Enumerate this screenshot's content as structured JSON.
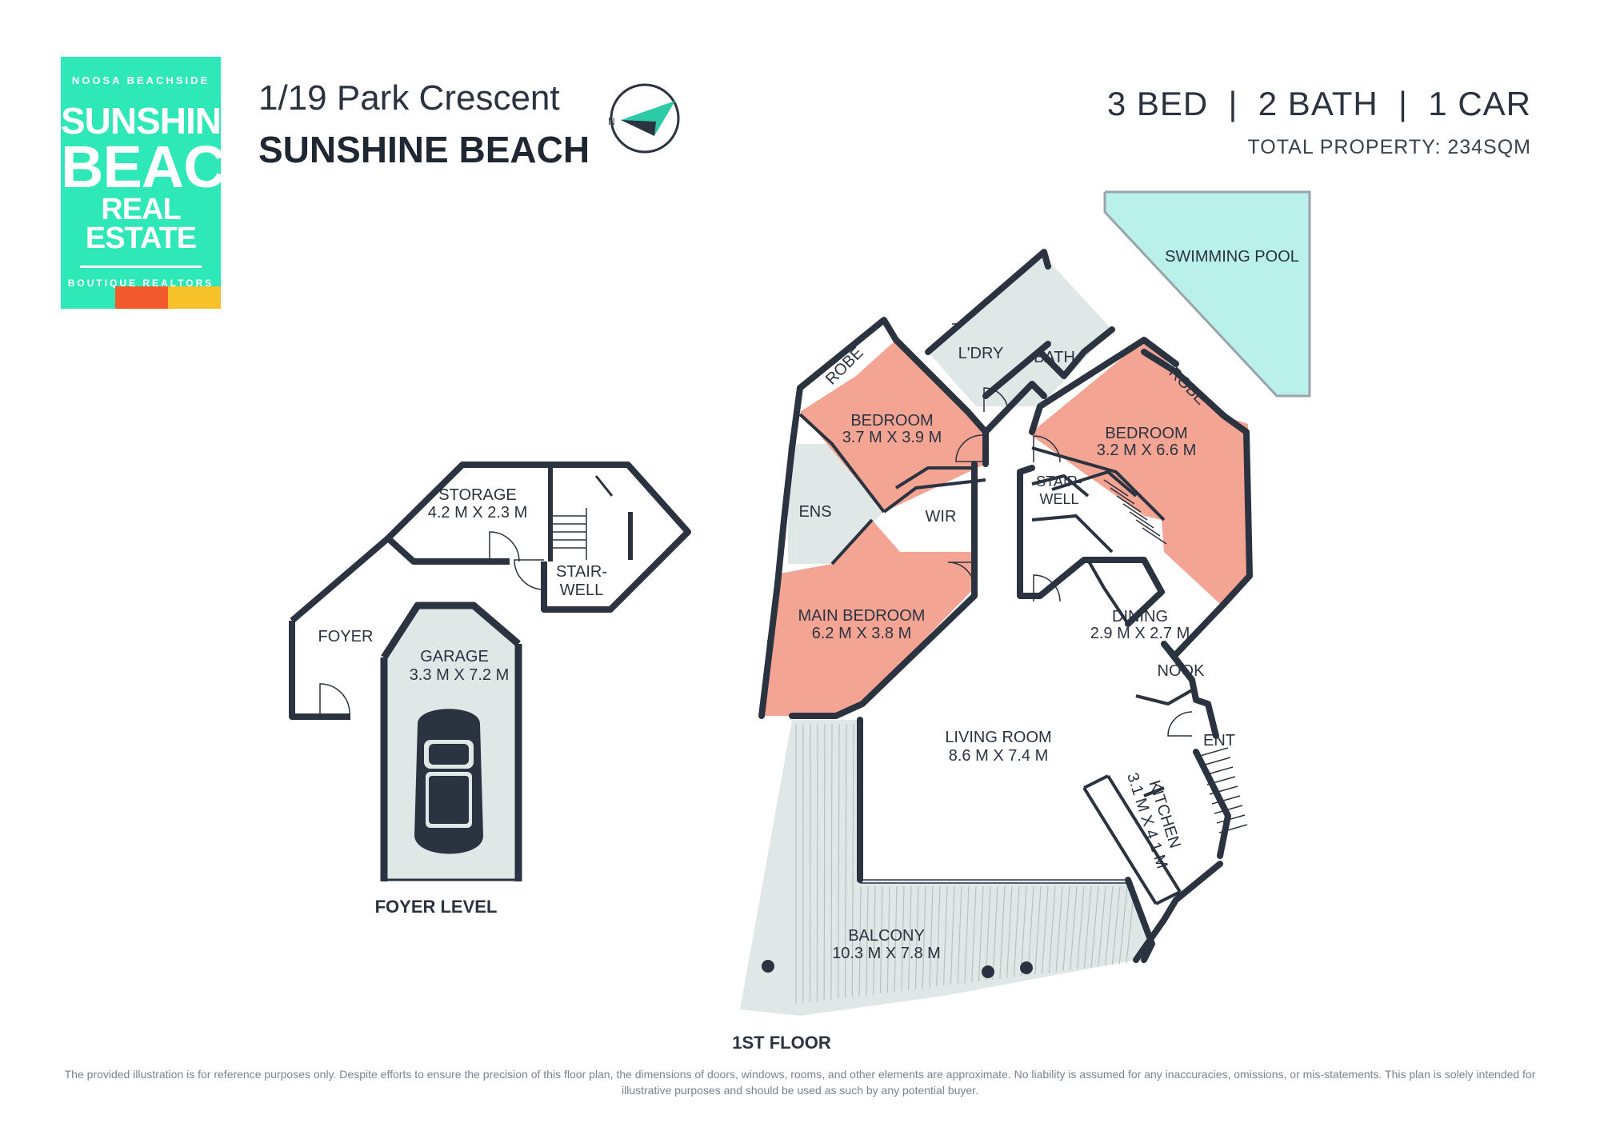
{
  "logo": {
    "top_text": "NOOSA BEACHSIDE",
    "line1": "SUNSHINE",
    "line2": "BEACH",
    "line3": "REAL ESTATE",
    "bottom_text": "BOUTIQUE REALTORS",
    "brand_color": "#2ee8b8",
    "bar_colors": [
      "#f25a2c",
      "#f7c12a"
    ]
  },
  "header": {
    "address": "1/19 Park Crescent",
    "suburb": "SUNSHINE BEACH",
    "specs": "3 BED  |  2 BATH  |  1 CAR",
    "total": "TOTAL PROPERTY: 234SQM",
    "compass_letter": "N"
  },
  "colors": {
    "wall": "#2b3340",
    "bedroom": "#f4a493",
    "wet_area": "#dfe8e6",
    "pool": "#b9f1ea",
    "garage": "#dfe8e6",
    "balcony": "#dfe8e6",
    "compass_accent": "#2ccaa7"
  },
  "foyer_level": {
    "label": "FOYER LEVEL",
    "rooms": {
      "storage": {
        "name": "STORAGE",
        "dims": "4.2 M X 2.3 M"
      },
      "stairwell": {
        "name_a": "STAIR-",
        "name_b": "WELL"
      },
      "foyer": {
        "name": "FOYER"
      },
      "garage": {
        "name": "GARAGE",
        "dims": "3.3 M X 7.2 M"
      }
    }
  },
  "first_floor": {
    "label": "1ST FLOOR",
    "rooms": {
      "pool": {
        "name": "SWIMMING POOL"
      },
      "laundry": {
        "name": "L'DRY"
      },
      "bath": {
        "name": "BATH"
      },
      "robe_left": {
        "name": "ROBE"
      },
      "robe_right": {
        "name": "ROBE"
      },
      "bedroom2": {
        "name": "BEDROOM",
        "dims": "3.7 M X 3.9 M"
      },
      "bedroom3": {
        "name": "BEDROOM",
        "dims": "3.2 M X 6.6 M"
      },
      "ensuite": {
        "name": "ENS"
      },
      "wir": {
        "name": "WIR"
      },
      "stairwell": {
        "name_a": "STAIR-",
        "name_b": "WELL"
      },
      "main_bedroom": {
        "name": "MAIN BEDROOM",
        "dims": "6.2 M X 3.8 M"
      },
      "dining": {
        "name": "DINING",
        "dims": "2.9 M X 2.7 M"
      },
      "nook": {
        "name": "NOOK"
      },
      "entry": {
        "name": "ENT"
      },
      "living": {
        "name": "LIVING ROOM",
        "dims": "8.6 M X 7.4 M"
      },
      "kitchen": {
        "name": "KITCHEN",
        "dims": "3.1 M X 4.1 M"
      },
      "balcony": {
        "name": "BALCONY",
        "dims": "10.3 M X 7.8 M"
      }
    }
  },
  "disclaimer": "The provided illustration is for reference purposes only. Despite efforts to ensure the precision of this floor plan, the dimensions of doors, windows, rooms, and other elements are approximate. No liability is assumed for any inaccuracies, omissions, or mis-statements. This plan is solely intended for illustrative purposes and should be used as such by any potential buyer."
}
